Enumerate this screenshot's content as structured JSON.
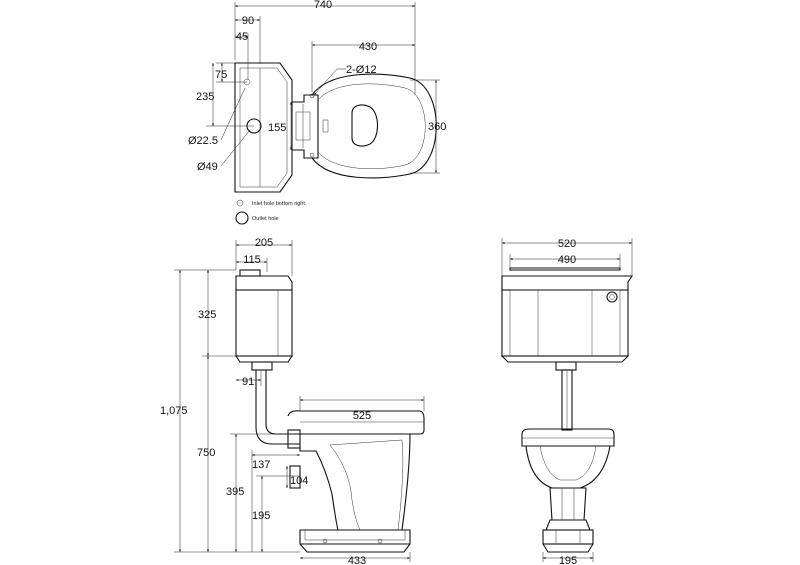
{
  "dimensions": {
    "plan": {
      "overall_width": "740",
      "tank_depth": "90",
      "inlet_offset": "45",
      "bowl_length": "430",
      "bolt_holes": "2-Ø12",
      "inlet_from_top": "75",
      "outlet_from_top": "235",
      "bowl_width": "360",
      "pan_neck": "155",
      "inlet_diameter": "Ø22.5",
      "outlet_diameter": "Ø49"
    },
    "legend": {
      "inlet_label": "Inlet hole bottom right",
      "outlet_label": "Outlet hole"
    },
    "side": {
      "cistern_depth": "205",
      "flush_offset": "115",
      "cistern_height": "325",
      "pipe_offset": "91",
      "total_height": "1,075",
      "pan_to_cistern": "750",
      "pan_length": "525",
      "outlet_offset": "137",
      "outlet_height": "104",
      "pan_height": "395",
      "outlet_centre": "195",
      "base_length": "433"
    },
    "front": {
      "cistern_width": "520",
      "lid_width": "490",
      "base_width": "195"
    }
  }
}
